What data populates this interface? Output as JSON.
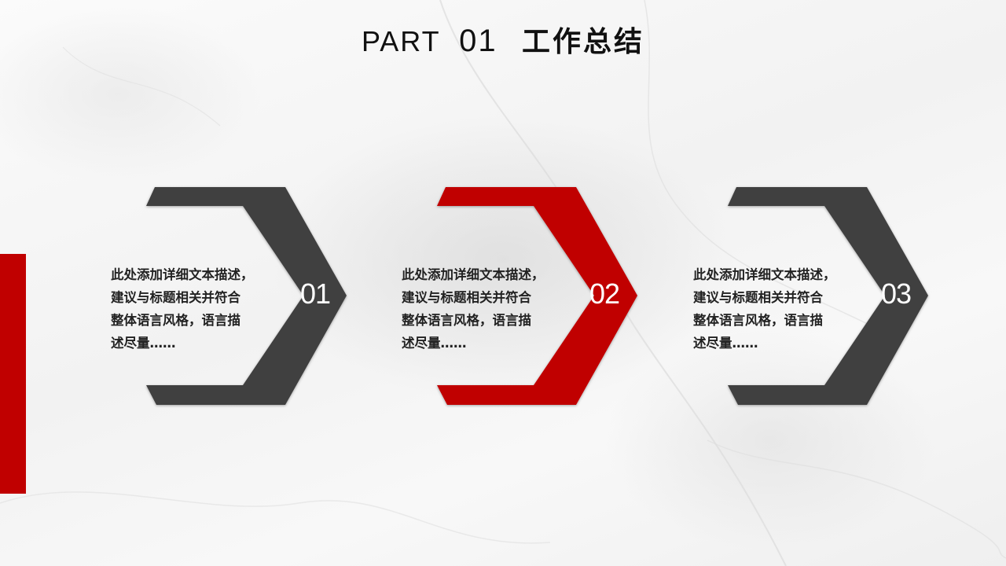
{
  "slide": {
    "title_part": "PART",
    "title_number": "01",
    "title_text": "工作总结",
    "accent_color": "#c00000",
    "dark_color": "#404040"
  },
  "items": [
    {
      "number": "01",
      "color": "#404040",
      "text": "此处添加详细文本描述，建议与标题相关并符合整体语言风格，语言描述尽量……",
      "lines": [
        "此处添加详细文本描述，",
        "建议与标题相关并符合",
        "整体语言风格，语言描",
        "述尽量……"
      ]
    },
    {
      "number": "02",
      "color": "#c00000",
      "text": "此处添加详细文本描述，建议与标题相关并符合整体语言风格，语言描述尽量……",
      "lines": [
        "此处添加详细文本描述，",
        "建议与标题相关并符合",
        "整体语言风格，语言描",
        "述尽量……"
      ]
    },
    {
      "number": "03",
      "color": "#404040",
      "text": "此处添加详细文本描述，建议与标题相关并符合整体语言风格，语言描述尽量……",
      "lines": [
        "此处添加详细文本描述，",
        "建议与标题相关并符合",
        "整体语言风格，语言描",
        "述尽量……"
      ]
    }
  ]
}
